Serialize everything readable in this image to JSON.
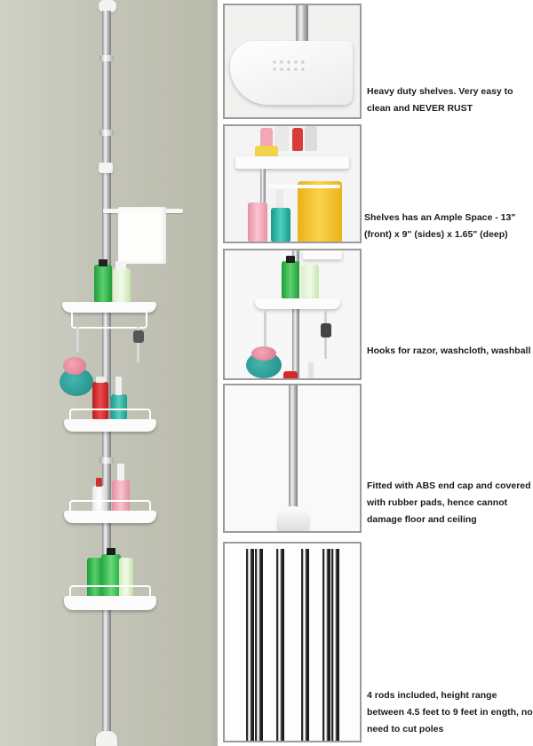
{
  "colors": {
    "background": "#ffffff",
    "wall": "#c3c4b8",
    "panel_border": "#9b9b9b",
    "caption_text": "#1b1b1b",
    "bottle_green": "#2fb347",
    "bottle_red": "#d42a2a",
    "bottle_pink": "#f1a5b4",
    "towel_yellow": "#f2c22a",
    "puff_teal": "#2a9a93",
    "puff_pink": "#e88aa0"
  },
  "panels": [
    {
      "caption": "Heavy duty shelves. Very easy to clean and NEVER RUST"
    },
    {
      "caption": "Shelves has an Ample Space - 13\" (front) x 9'' (sides) x 1.65\" (deep)"
    },
    {
      "caption": "Hooks for razor, washcloth, washball"
    },
    {
      "caption": "Fitted with ABS end cap and covered with rubber pads, hence cannot damage floor and ceiling"
    },
    {
      "caption": "4 rods included, height range between 4.5 feet to 9 feet in ength, no need to cut poles"
    }
  ]
}
